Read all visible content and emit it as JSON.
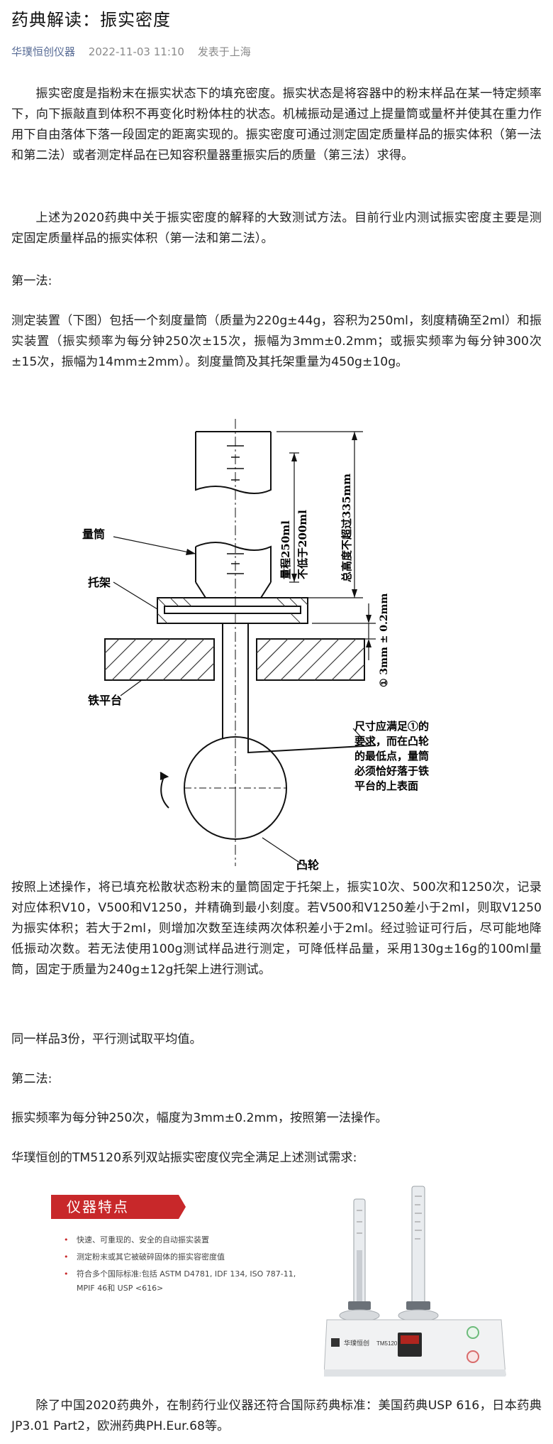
{
  "article": {
    "title": "药典解读：振实密度",
    "author": "华璞恒创仪器",
    "date": "2022-11-03 11:10",
    "location": "发表于上海"
  },
  "paragraphs": {
    "p1": "振实密度是指粉末在振实状态下的填充密度。振实状态是将容器中的粉末样品在某一特定频率下，向下振敲直到体积不再变化时粉体柱的状态。机械振动是通过上提量筒或量杯并使其在重力作用下自由落体下落一段固定的距离实现的。振实密度可通过测定固定质量样品的振实体积（第一法和第二法）或者测定样品在已知容积量器重振实后的质量（第三法）求得。",
    "p2": "上述为2020药典中关于振实密度的解释的大致测试方法。目前行业内测试振实密度主要是测定固定质量样品的振实体积（第一法和第二法）。",
    "h1": "第一法:",
    "p3": "测定装置（下图）包括一个刻度量筒（质量为220g±44g，容积为250ml，刻度精确至2ml）和振实装置（振实频率为每分钟250次±15次，振幅为3mm±0.2mm；或振实频率为每分钟300次±15次，振幅为14mm±2mm）。刻度量筒及其托架重量为450g±10g。",
    "p4": "按照上述操作，将已填充松散状态粉末的量筒固定于托架上，振实10次、500次和1250次，记录对应体积V10，V500和V1250，并精确到最小刻度。若V500和V1250差小于2ml，则取V1250为振实体积；若大于2ml，则增加次数至连续两次体积差小于2ml。经过验证可行后，尽可能地降低振动次数。若无法使用100g测试样品进行测定，可降低样品量，采用130g±16g的100ml量筒，固定于质量为240g±12g托架上进行测试。",
    "p5": "同一样品3份，平行测试取平均值。",
    "h2": "第二法:",
    "p6": "振实频率为每分钟250次，幅度为3mm±0.2mm，按照第一法操作。",
    "p7": "华璞恒创的TM5120系列双站振实密度仪完全满足上述测试需求:",
    "p8": "除了中国2020药典外，在制药行业仪器还符合国际药典标准：美国药典USP 616，日本药典JP3.01 Part2，欧洲药典PH.Eur.68等。"
  },
  "diagram": {
    "label_cylinder": "量筒",
    "label_holder": "托架",
    "label_platform": "铁平台",
    "label_cam": "凸轮",
    "label_range": "量程250ml",
    "label_min": "不低于200ml",
    "label_total": "总高度不超过335mm",
    "label_gap": "① 3mm ± 0.2mm",
    "note_lines": [
      "尺寸应满足①的",
      "要求，而在凸轮",
      "的最低点，量筒",
      "必须恰好落于铁",
      "平台的上表面"
    ]
  },
  "product": {
    "title": "仪器特点",
    "features": [
      "快速、可重现的、安全的自动振实装置",
      "测定粉末或其它被破碎固体的振实容密度值",
      "符合多个国际标准:包括 ASTM D4781, IDF 134, ISO 787-11,"
    ],
    "feature_cont": "MPIF 46和 USP <616>",
    "brand": "华璞恒创",
    "model": "TM5120",
    "accent_color": "#c8282a"
  }
}
